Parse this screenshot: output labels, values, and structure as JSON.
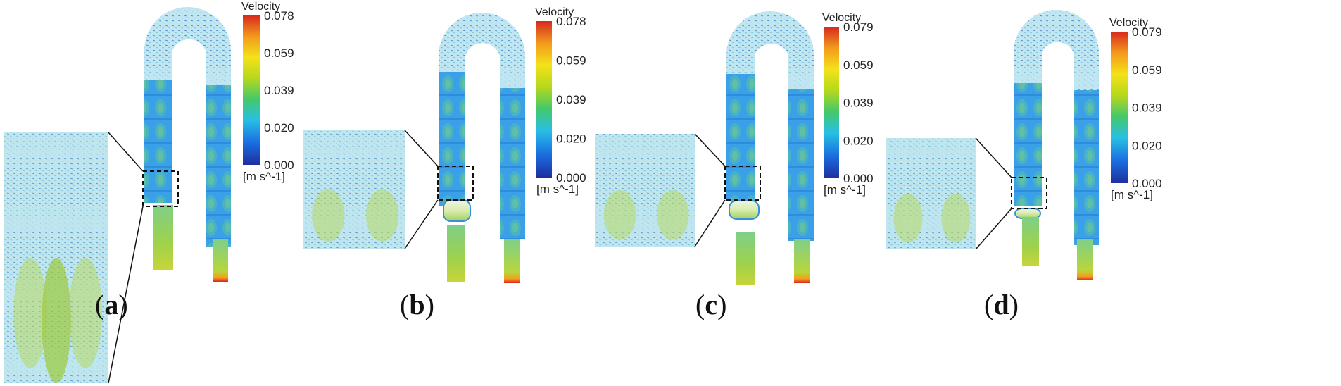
{
  "colors": {
    "scale": [
      "#1e2ea0",
      "#1a6fe0",
      "#27c0e4",
      "#45c86a",
      "#b6d81c",
      "#f4e21a",
      "#f29a1b",
      "#d8281f"
    ],
    "loop_light": "#b4e2ef",
    "column": "#3fa3e6",
    "frame": "#111111"
  },
  "panels": [
    {
      "caption_open": "(",
      "caption_letter": "a",
      "caption_close": ")",
      "legend": {
        "title": "Velocity",
        "unit": "[m s^-1]",
        "ticks": [
          "0.078",
          "0.059",
          "0.039",
          "0.020",
          "0.000"
        ],
        "max": 0.078
      }
    },
    {
      "caption_open": "(",
      "caption_letter": "b",
      "caption_close": ")",
      "legend": {
        "title": "Velocity",
        "unit": "[m s^-1]",
        "ticks": [
          "0.078",
          "0.059",
          "0.039",
          "0.020",
          "0.000"
        ],
        "max": 0.078
      }
    },
    {
      "caption_open": "(",
      "caption_letter": "c",
      "caption_close": ")",
      "legend": {
        "title": "Velocity",
        "unit": "[m s^-1]",
        "ticks": [
          "0.079",
          "0.059",
          "0.039",
          "0.020",
          "0.000"
        ],
        "max": 0.079
      }
    },
    {
      "caption_open": "(",
      "caption_letter": "d",
      "caption_close": ")",
      "legend": {
        "title": "Velocity",
        "unit": "[m s^-1]",
        "ticks": [
          "0.079",
          "0.059",
          "0.039",
          "0.020",
          "0.000"
        ],
        "max": 0.079
      }
    }
  ]
}
